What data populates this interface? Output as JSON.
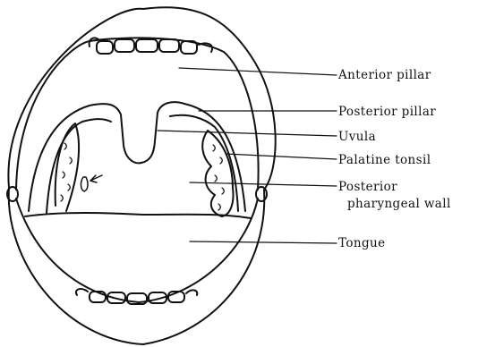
{
  "labels": {
    "anterior_pillar": "Anterior pillar",
    "posterior_pillar": "Posterior pillar",
    "uvula": "Uvula",
    "palatine_tonsil": "Palatine tonsil",
    "posterior_pharyngeal_wall_line1": "Posterior",
    "posterior_pharyngeal_wall_line2": "pharyngeal wall",
    "tongue": "Tongue"
  },
  "colors": {
    "ink": "#111111",
    "background": "#ffffff"
  }
}
